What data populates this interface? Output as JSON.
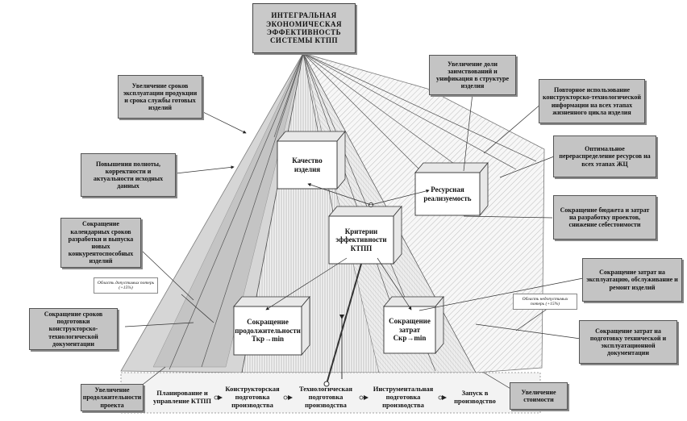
{
  "title": "ИНТЕГРАЛЬНАЯ ЭКОНОМИЧЕСКАЯ ЭФФЕКТИВНОСТЬ СИСТЕМЫ КТПП",
  "cubes": {
    "quality": "Качество изделия",
    "resource": "Ресурсная реализуемость",
    "criteria": "Критерии эффективности КТПП",
    "time": "Сокращение продолжительности Ткр→min",
    "cost": "Сокращение затрат Скр→min"
  },
  "left_notes": {
    "n1": "Увеличение сроков эксплуатации продукции и срока службы готовых изделий",
    "n2": "Повышения полноты, корректности и актуальности исходных данных",
    "n3": "Сокращение календарных сроков разработки и выпуска новых конкурентоспособных изделий",
    "n4": "Сокращение сроков подготовки конструкторско-технологической документации",
    "n5": "Увеличение продолжительности проекта"
  },
  "right_notes": {
    "n1": "Увеличение доли заимствований и унификация в структуре изделия",
    "n2": "Повторное использование конструкторско-технологической информации на всех этапах жизненного цикла изделия",
    "n3": "Оптимальное перераспределение ресурсов на всех этапах ЖЦ",
    "n4": "Сокращение бюджета и затрат на разработку проектов, снижение себестоимости",
    "n5": "Сокращение затрат на эксплуатацию, обслуживание и ремонт изделий",
    "n6": "Сокращение затрат на подготовку технической и эксплуатационной документации",
    "n7": "Увеличение стоимости"
  },
  "loss_areas": {
    "left": "Область допустимых потерь (+15%)",
    "right": "Область недопустимых потерь (+15%)"
  },
  "stages": [
    "Планирование и управление КТПП",
    "Конструкторская подготовка производства",
    "Технологическая подготовка производства",
    "Инструментальная подготовка производства",
    "Запуск в производство"
  ]
}
